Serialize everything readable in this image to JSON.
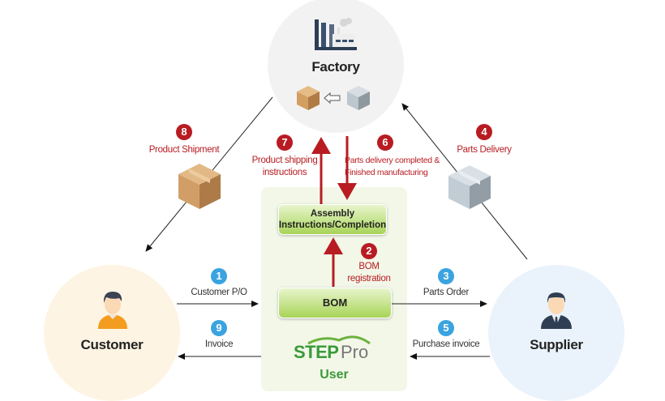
{
  "nodes": {
    "factory": {
      "label": "Factory",
      "icon": "factory-icon"
    },
    "customer": {
      "label": "Customer",
      "icon": "person-icon"
    },
    "supplier": {
      "label": "Supplier",
      "icon": "businessman-icon"
    },
    "user": {
      "logo_step": "STEP",
      "logo_pro": "Pro",
      "label": "User"
    }
  },
  "boxes": {
    "assembly": "Assembly Instructions/Completion",
    "assembly_line1": "Assembly",
    "assembly_line2": "Instructions/Completion",
    "bom": "BOM"
  },
  "steps": [
    {
      "num": "1",
      "label": "Customer P/O",
      "color": "blue"
    },
    {
      "num": "2",
      "label_line1": "BOM",
      "label_line2": "registration",
      "color": "red"
    },
    {
      "num": "3",
      "label": "Parts Order",
      "color": "blue"
    },
    {
      "num": "4",
      "label": "Parts Delivery",
      "color": "red"
    },
    {
      "num": "5",
      "label": "Purchase invoice",
      "color": "blue"
    },
    {
      "num": "6",
      "label_line1": "Parts delivery completed &",
      "label_line2": "Finished manufacturing",
      "color": "red"
    },
    {
      "num": "7",
      "label_line1": "Product shipping",
      "label_line2": "instructions",
      "color": "red"
    },
    {
      "num": "8",
      "label": "Product Shipment",
      "color": "red"
    },
    {
      "num": "9",
      "label": "Invoice",
      "color": "blue"
    }
  ],
  "colors": {
    "red": "#b81c22",
    "blue": "#3aa3e0",
    "green_text": "#3a9a3a",
    "factory_bg": "#f3f2f3",
    "customer_bg": "#fdf4e3",
    "supplier_bg": "#eaf3fb",
    "user_bg": "#f2f7e8"
  }
}
